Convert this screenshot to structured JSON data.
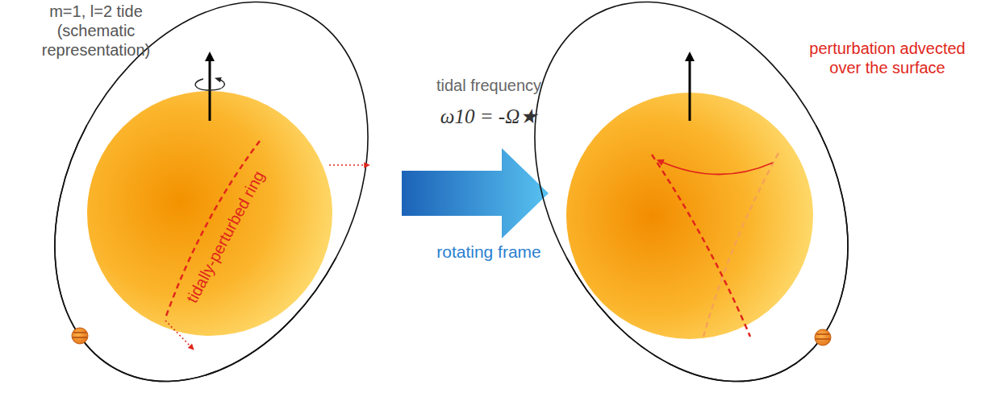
{
  "diagram": {
    "labels": [
      "m=1, l=2 tide (schematic representation)",
      "tidally-perturbed ring",
      "tidal frequency",
      "ω10 = -Ω★",
      "rotating frame",
      "perturbation advected over the surface"
    ]
  }
}
